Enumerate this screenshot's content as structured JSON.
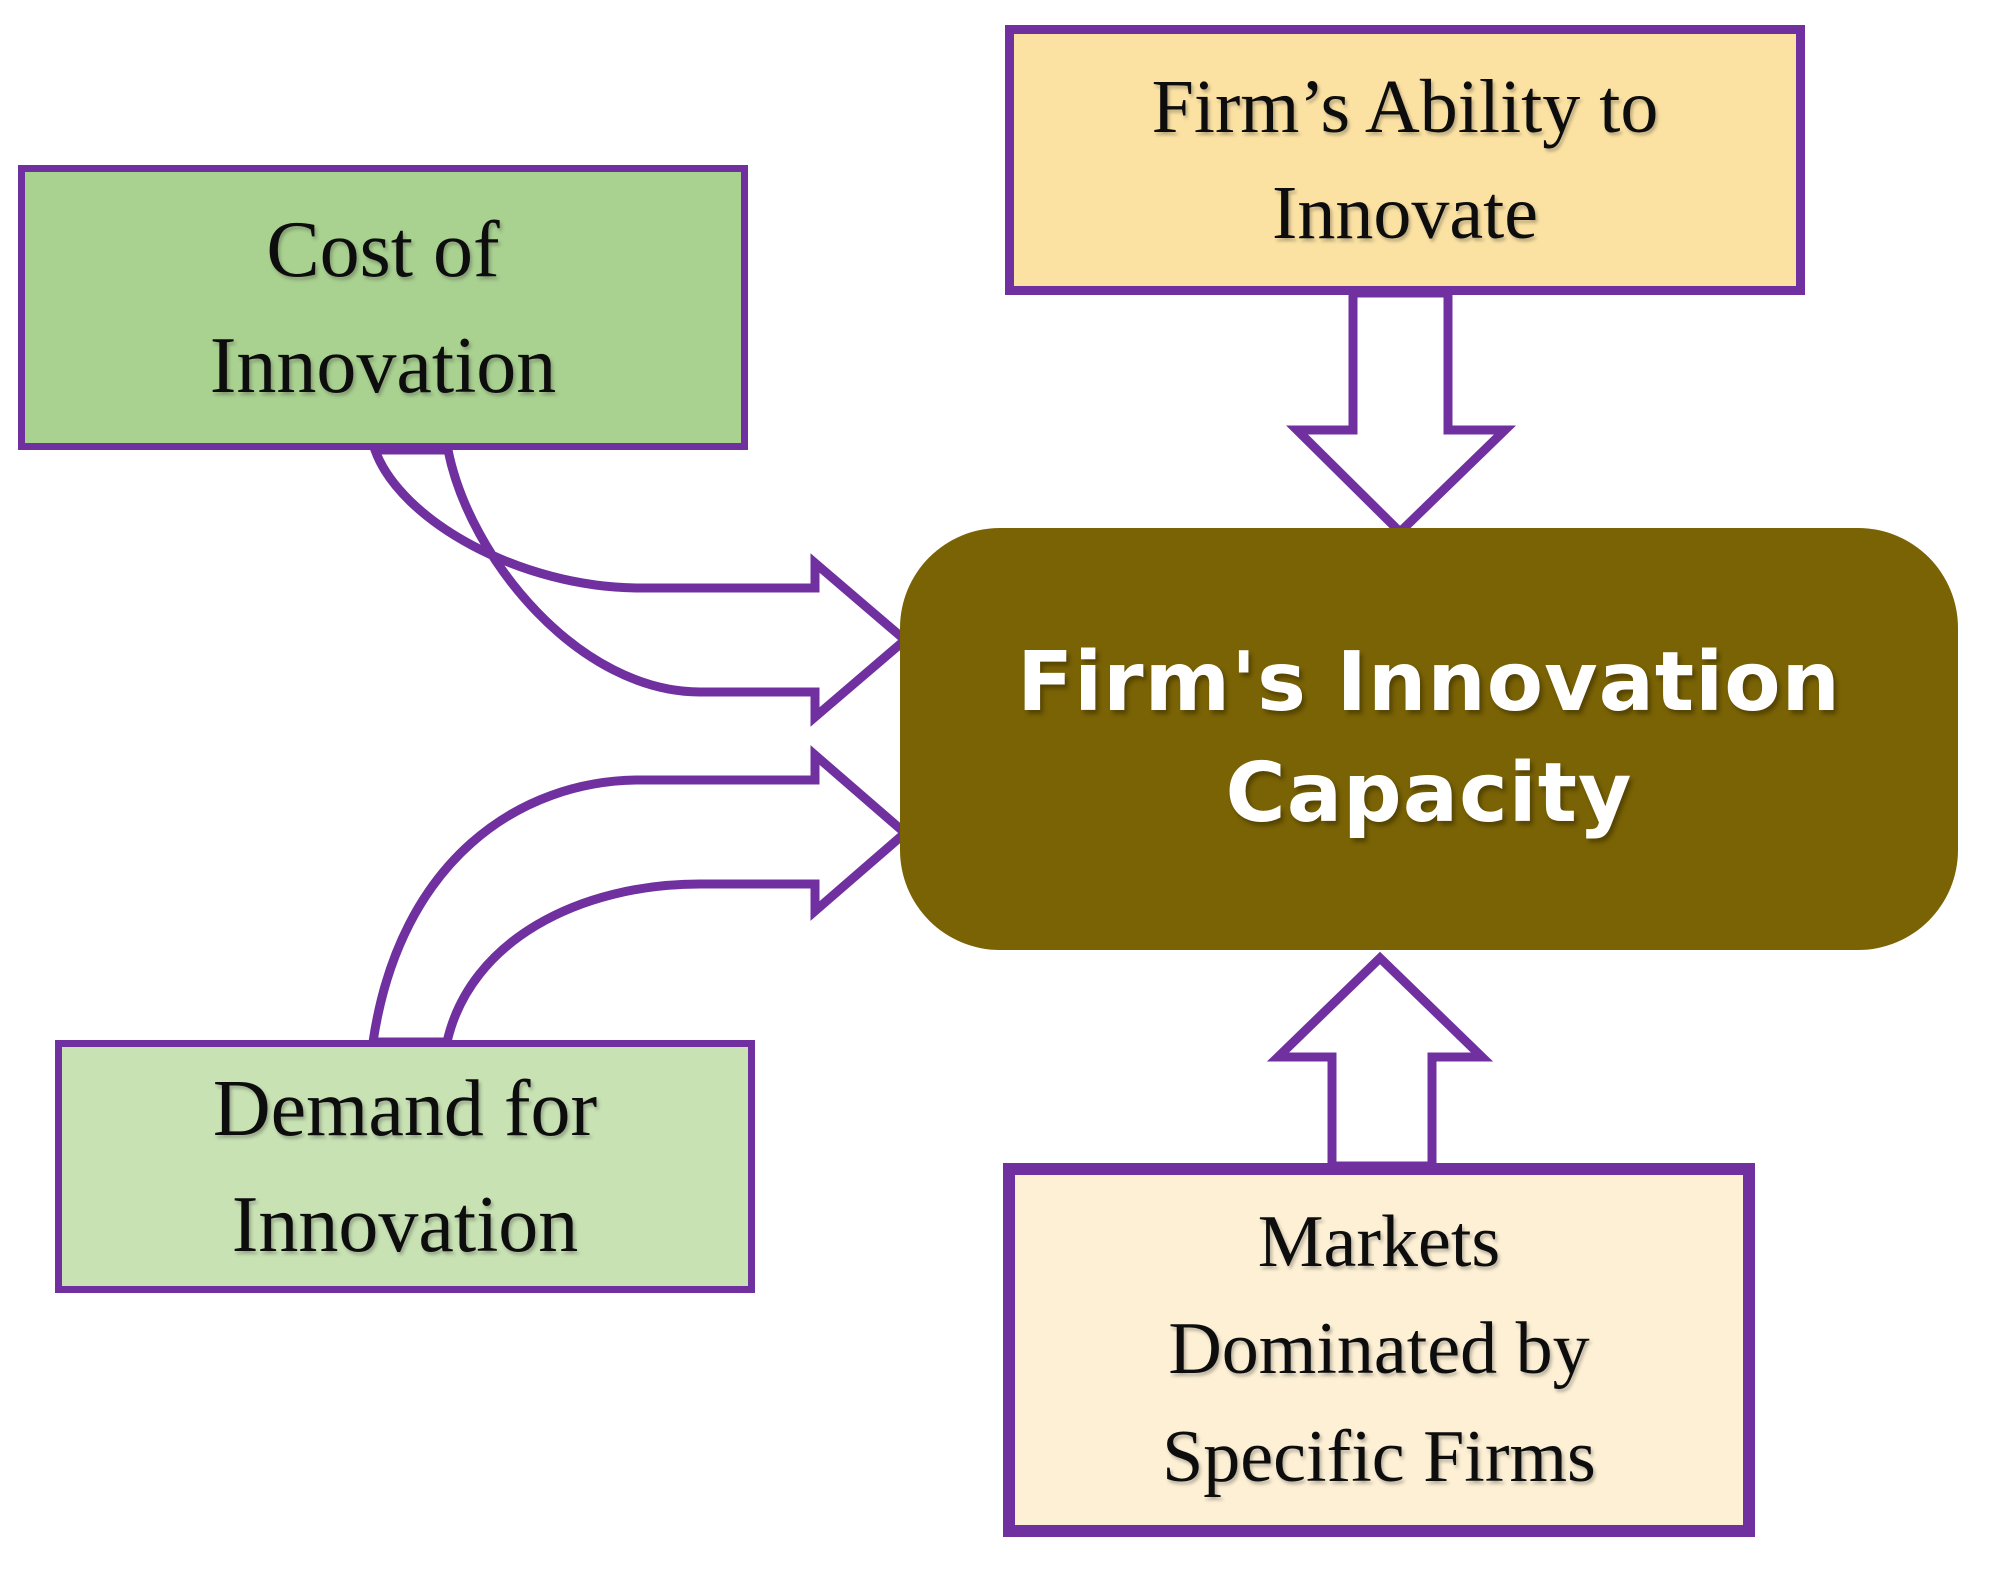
{
  "diagram": {
    "nodes": {
      "cost": {
        "label": "Cost of\nInnovation"
      },
      "ability": {
        "label": "Firm’s Ability to\nInnovate"
      },
      "capacity": {
        "label": "Firm's Innovation\nCapacity"
      },
      "demand": {
        "label": "Demand for\nInnovation"
      },
      "markets": {
        "label": "Markets\nDominated by\nSpecific Firms"
      }
    },
    "edges": [
      {
        "from": "Cost of Innovation",
        "to": "Firm's Innovation Capacity",
        "style": "curved-block-arrow"
      },
      {
        "from": "Firm's Ability to Innovate",
        "to": "Firm's Innovation Capacity",
        "style": "straight-block-arrow-down"
      },
      {
        "from": "Demand for Innovation",
        "to": "Firm's Innovation Capacity",
        "style": "curved-block-arrow"
      },
      {
        "from": "Markets Dominated by Specific Firms",
        "to": "Firm's Innovation Capacity",
        "style": "straight-block-arrow-up"
      }
    ],
    "colors": {
      "background": "#ffffff",
      "outline_purple": "#7030a0",
      "cost_fill": "#a9d190",
      "demand_fill": "#c8e2b4",
      "ability_fill": "#fce2a2",
      "markets_fill": "#fdf0d5",
      "capacity_fill": "#7a6305",
      "capacity_text": "#ffffff",
      "node_text": "#0d0d0d",
      "arrow_fill": "#ffffff"
    }
  }
}
